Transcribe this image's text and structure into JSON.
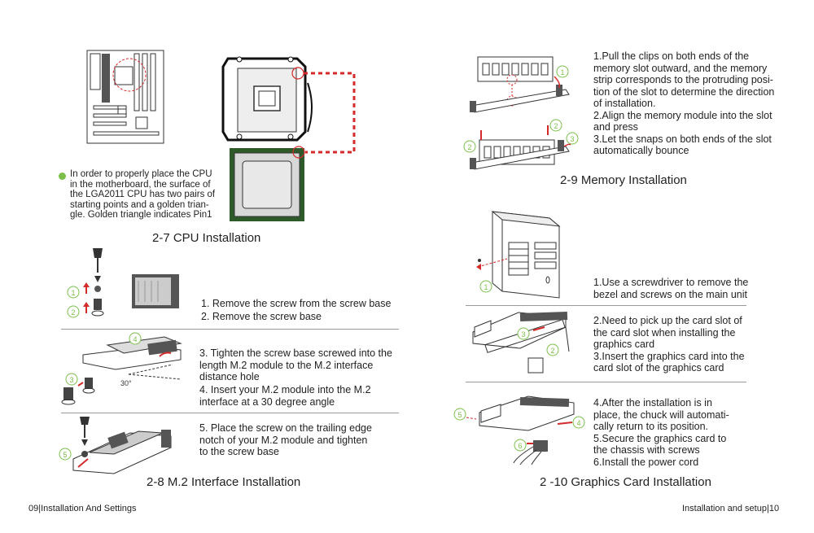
{
  "cpu": {
    "note": "In order to properly place the CPU\nin the motherboard, the surface of\nthe LGA2011 CPU has two pairs of\nstarting points and a golden trian-\ngle. Golden triangle indicates Pin1",
    "caption": "2-7   CPU Installation"
  },
  "m2": {
    "step1": "1. Remove the screw from the screw base",
    "step2": "2. Remove the screw base",
    "step3": "3. Tighten the screw base screwed into the\n    length M.2 module to the M.2 interface\n    distance hole",
    "step4": "4. Insert your M.2 module into the M.2\n    interface at a 30 degree angle",
    "step5": "5. Place the screw on the trailing edge\n    notch of your M.2 module and tighten\n    to the screw base",
    "angle_label": "30°",
    "caption": "2-8   M.2 Interface Installation"
  },
  "memory": {
    "steps": "1.Pull the clips on both ends of the\nmemory slot outward, and the memory\nstrip corresponds to the protruding posi-\ntion of the slot to determine the direction\nof installation.\n2.Align the memory module into the slot\nand press\n3.Let the snaps on both ends of the slot\nautomatically bounce",
    "caption": "2-9   Memory Installation"
  },
  "graphics": {
    "steps_a": "1.Use a screwdriver to remove the\nbezel and screws on the main unit",
    "steps_b": "2.Need to pick up the card slot of\nthe card slot when installing the\ngraphics card\n3.Insert the graphics card into the\ncard slot of the graphics card",
    "steps_c": "4.After the installation is in\nplace, the chuck will automati-\ncally return to its position.\n5.Secure the graphics card to\nthe chassis with screws\n6.Install the power cord",
    "caption": "2 -10   Graphics Card Installation"
  },
  "markers": [
    "1",
    "2",
    "3",
    "4",
    "5",
    "6"
  ],
  "footer": {
    "left": "09|Installation And Settings",
    "right": "Installation and setup|10"
  },
  "colors": {
    "accent_green": "#7bbf4a",
    "marker_red": "#d42a2a",
    "cpu_socket_green": "#2e5a2a"
  }
}
